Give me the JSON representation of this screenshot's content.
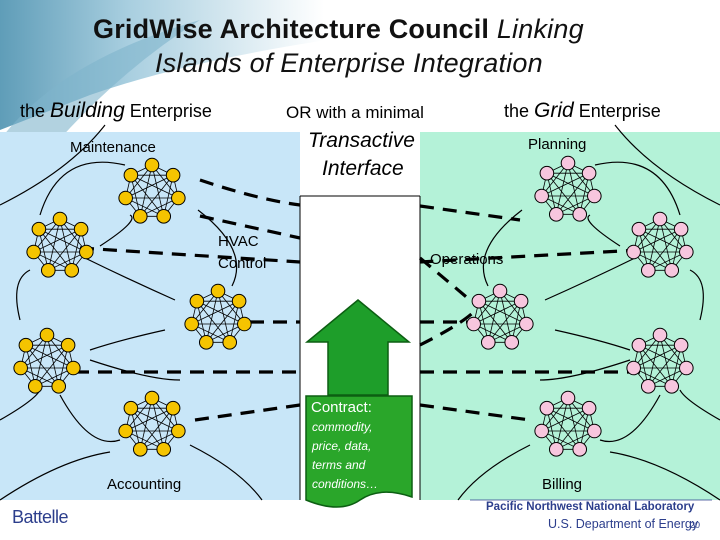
{
  "slide": {
    "title": {
      "line1_bold": "GridWise Architecture Council",
      "line1_italic": "Linking",
      "line2_italic": "Islands of Enterprise Integration"
    },
    "building_enterprise": {
      "prefix": "the",
      "emphasis": "Building",
      "suffix": "Enterprise"
    },
    "interface_lead": "OR with a minimal",
    "interface_name_line1": "Transactive",
    "interface_name_line2": "Interface",
    "grid_enterprise": {
      "prefix": "the",
      "emphasis": "Grid",
      "suffix": "Enterprise"
    },
    "labels": {
      "maintenance": "Maintenance",
      "hvac": "HVAC",
      "control": "Control",
      "accounting": "Accounting",
      "planning": "Planning",
      "operations": "Operations",
      "billing": "Billing"
    },
    "contract": {
      "heading": "Contract:",
      "lines": [
        "commodity,",
        "price, data,",
        "terms and",
        "conditions…"
      ]
    },
    "footer": {
      "left_logo": "Battelle",
      "lab_line1": "Pacific Northwest National Laboratory",
      "lab_line2": "U.S. Department of Energy",
      "page_number": "20"
    }
  },
  "colors": {
    "building_node": "#f5c400",
    "grid_node": "#f7c6de",
    "building_panel": "#c8e6f8",
    "grid_panel": "#b4f2d8",
    "arrow": "#1e9e2a",
    "contract_box": "#2aa62a",
    "title_band": "#5f9db8"
  }
}
